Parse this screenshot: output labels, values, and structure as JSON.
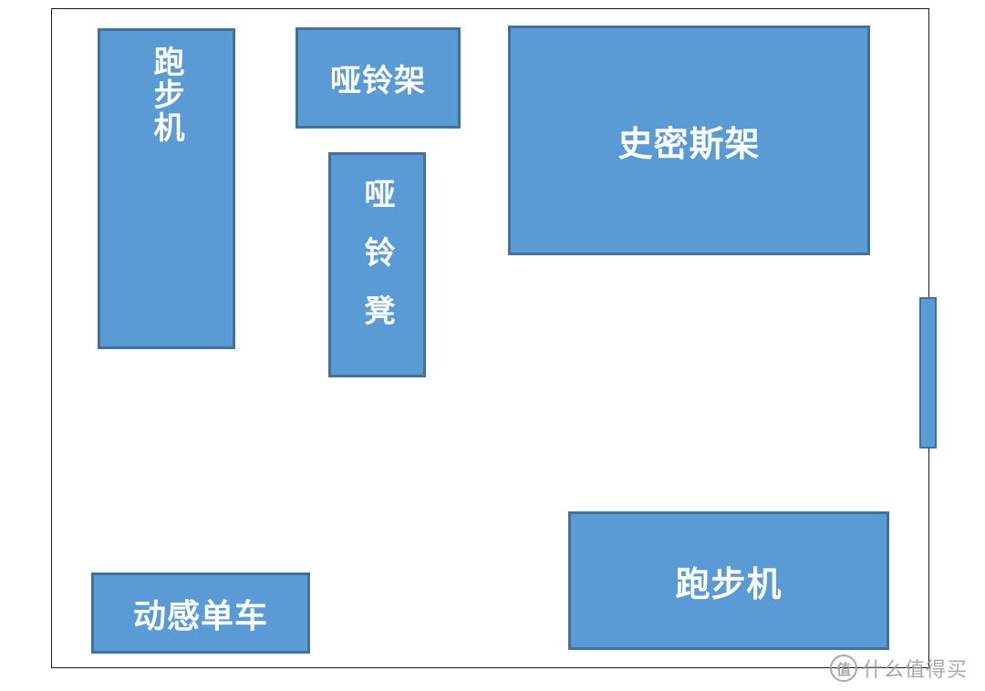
{
  "floorplan": {
    "blocks": {
      "treadmill_left": {
        "label": "跑步机"
      },
      "dumbbell_rack": {
        "label": "哑铃架"
      },
      "dumbbell_bench": {
        "label": "哑铃凳"
      },
      "smith_machine": {
        "label": "史密斯架"
      },
      "spin_bike": {
        "label": "动感单车"
      },
      "treadmill_right": {
        "label": "跑步机"
      },
      "door": {
        "label": ""
      }
    },
    "colors": {
      "block_fill": "#5b9bd5",
      "block_border": "#41719c",
      "room_border": "#1a1a1a",
      "label": "#ffffff"
    }
  },
  "watermark": {
    "icon": "值",
    "text": "什么值得买"
  }
}
